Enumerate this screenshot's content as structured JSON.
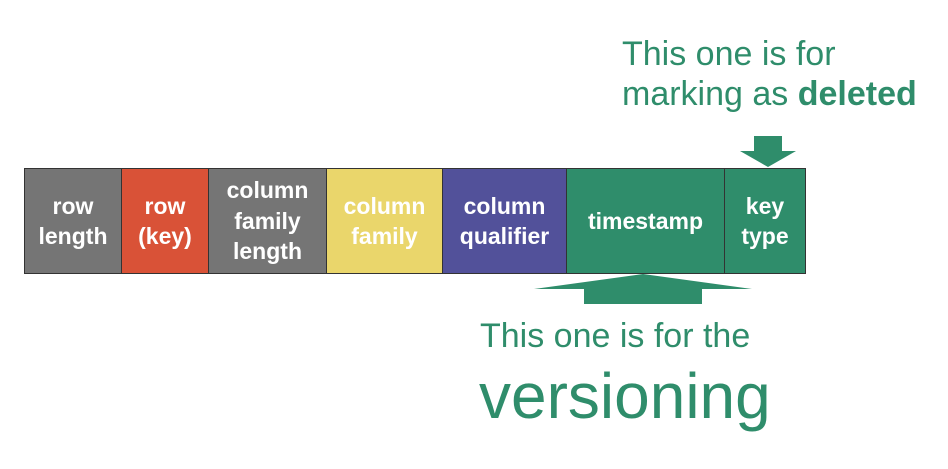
{
  "segments": [
    {
      "id": "row-length",
      "label_lines": [
        "row",
        "length"
      ],
      "bg": "#757575",
      "fg": "#ffffff"
    },
    {
      "id": "row-key",
      "label_lines": [
        "row",
        "(key)"
      ],
      "bg": "#d95237",
      "fg": "#ffffff"
    },
    {
      "id": "column-family-length",
      "label_lines": [
        "column",
        "family",
        "length"
      ],
      "bg": "#757575",
      "fg": "#ffffff"
    },
    {
      "id": "column-family",
      "label_lines": [
        "column",
        "family"
      ],
      "bg": "#ead66b",
      "fg": "#ffffff"
    },
    {
      "id": "column-qualifier",
      "label_lines": [
        "column",
        "qualifier"
      ],
      "bg": "#52519a",
      "fg": "#ffffff"
    },
    {
      "id": "timestamp",
      "label_lines": [
        "timestamp"
      ],
      "bg": "#2f8d6b",
      "fg": "#ffffff"
    },
    {
      "id": "key-type",
      "label_lines": [
        "key",
        "type"
      ],
      "bg": "#2f8d6b",
      "fg": "#ffffff"
    }
  ],
  "annotations": {
    "key_type_note": {
      "line1": "This one is for",
      "line2_prefix": "marking as ",
      "line2_bold": "deleted"
    },
    "timestamp_note": {
      "line1": "This one is for the",
      "line2": "versioning"
    }
  },
  "colors": {
    "annotation": "#2f8d6b",
    "arrow": "#2f8d6b",
    "border": "#333333"
  }
}
